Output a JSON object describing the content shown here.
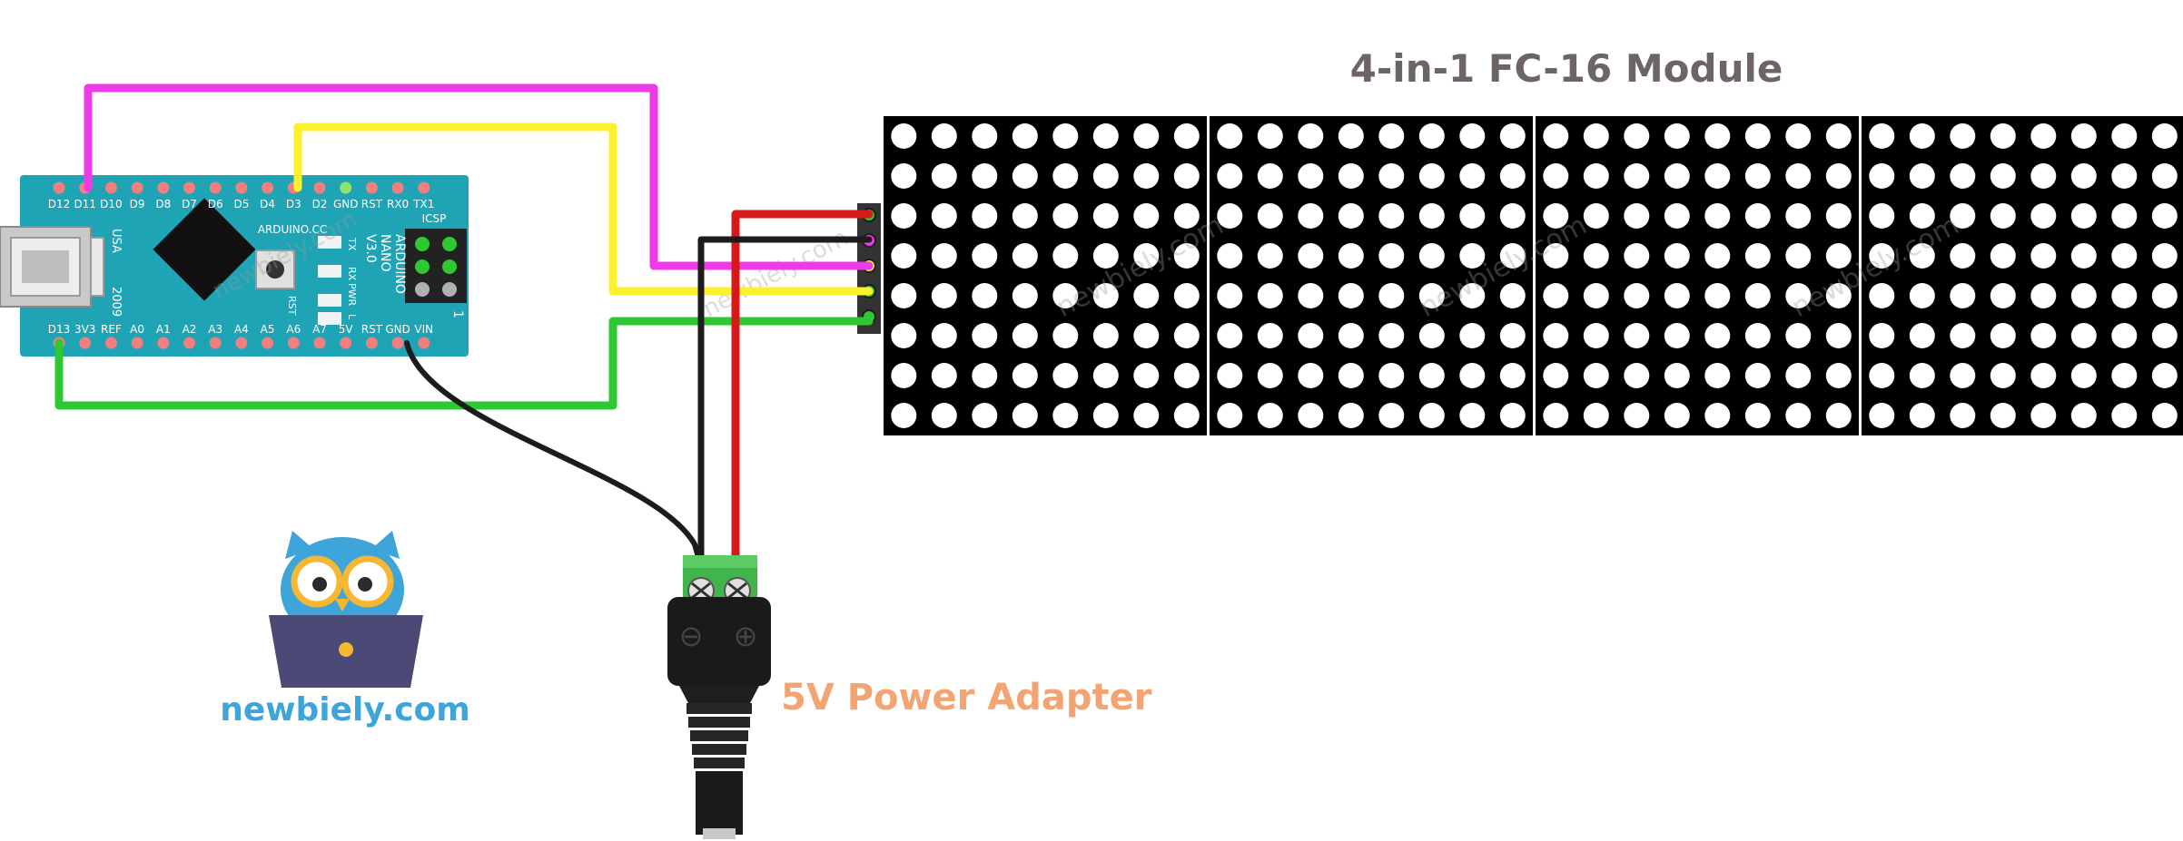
{
  "module": {
    "title": "4-in-1 FC-16 Module",
    "title_color": "#6d6565",
    "panel_count": 4,
    "rows": 8,
    "cols": 8
  },
  "power_adapter": {
    "label": "5V Power Adapter",
    "label_color": "#f2a473",
    "terminal_minus": "⊖",
    "terminal_plus": "⊕"
  },
  "logo": {
    "text": "newbiely.com",
    "color": "#3da5d9"
  },
  "watermark": {
    "text": "newbiely.com"
  },
  "board": {
    "top_pins": [
      "D12",
      "D11",
      "D10",
      "D9",
      "D8",
      "D7",
      "D6",
      "D5",
      "D4",
      "D3",
      "D2",
      "GND",
      "RST",
      "RX0",
      "TX1"
    ],
    "bottom_pins": [
      "D13",
      "3V3",
      "REF",
      "A0",
      "A1",
      "A2",
      "A3",
      "A4",
      "A5",
      "A6",
      "A7",
      "5V",
      "RST",
      "GND",
      "VIN"
    ],
    "brand": "ARDUINO.CC",
    "model_line1": "ARDUINO",
    "model_line2": "NANO",
    "model_line3": "V3.0",
    "usa": "USA",
    "year": "2009",
    "icsp": "ICSP",
    "icsp_pin1": "1",
    "led_labels": [
      "TX",
      "RX",
      "PWR",
      "L"
    ],
    "rst_label": "RST",
    "color": "#1fa4b5"
  },
  "wires": {
    "magenta": "#ee3ae8",
    "yellow": "#fbf12c",
    "green": "#2ec832",
    "red": "#d61a1a",
    "black": "#1c1c1c"
  }
}
